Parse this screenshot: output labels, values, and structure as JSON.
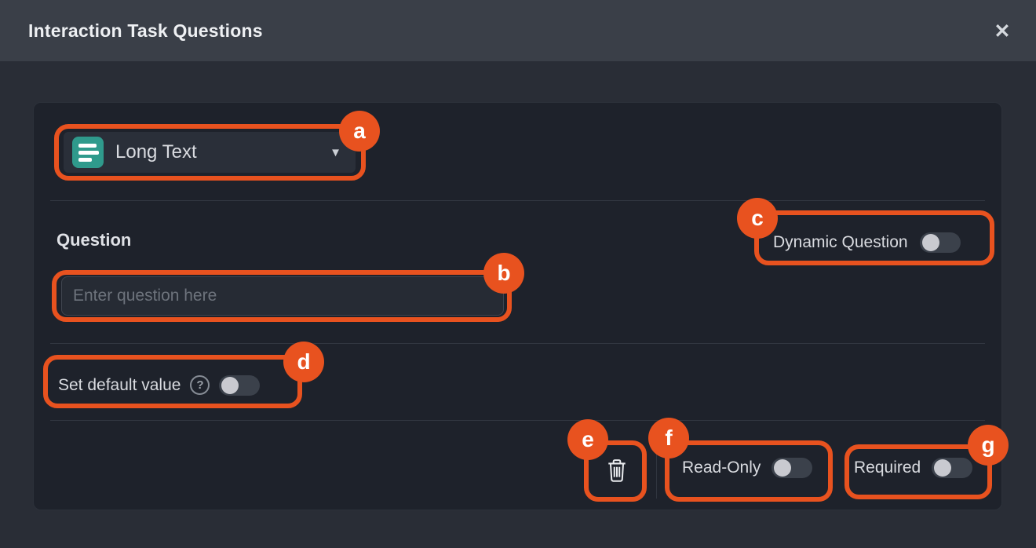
{
  "modal": {
    "title": "Interaction Task Questions",
    "close_glyph": "✕"
  },
  "editor": {
    "type_select": {
      "value": "Long Text",
      "caret": "▼",
      "icon": "long-text-icon"
    },
    "question": {
      "label": "Question",
      "placeholder": "Enter question here",
      "value": ""
    },
    "dynamic_question": {
      "label": "Dynamic Question",
      "state": "off"
    },
    "set_default": {
      "label": "Set default value",
      "help_glyph": "?",
      "state": "off"
    },
    "footer": {
      "delete_icon": "trash-icon",
      "read_only": {
        "label": "Read-Only",
        "state": "off"
      },
      "required": {
        "label": "Required",
        "state": "off"
      }
    }
  },
  "annotations": {
    "a": "a",
    "b": "b",
    "c": "c",
    "d": "d",
    "e": "e",
    "f": "f",
    "g": "g"
  },
  "colors": {
    "accent": "#e8521f",
    "header_bg": "#3a3f48",
    "body_bg": "#292d36",
    "card_bg": "#1e222b",
    "teal": "#2f9a8c",
    "toggle_track": "#3b414b",
    "toggle_knob": "#c9cad0"
  }
}
